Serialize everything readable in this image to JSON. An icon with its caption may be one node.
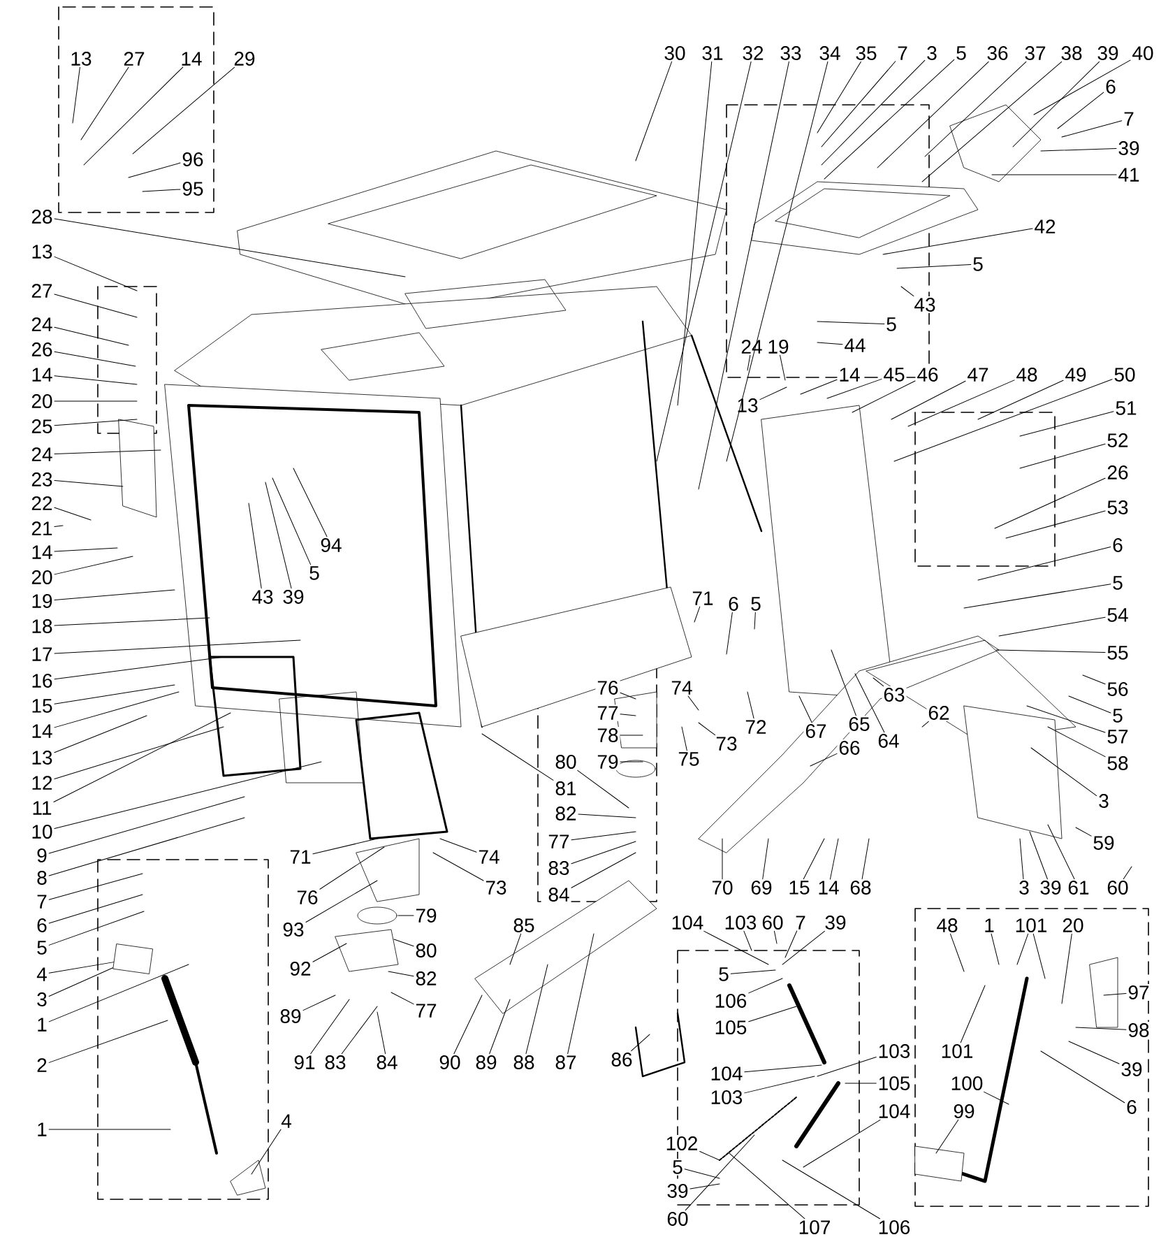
{
  "diagram": {
    "nodes": [
      {
        "text": [
          "13"
        ]
      },
      {
        "text": [
          "27"
        ]
      },
      {
        "text": [
          "14"
        ]
      },
      {
        "text": [
          "29"
        ]
      },
      {
        "text": [
          "96"
        ]
      },
      {
        "text": [
          "95"
        ]
      },
      {
        "text": [
          "28"
        ]
      },
      {
        "text": [
          "13"
        ]
      },
      {
        "text": [
          "27"
        ]
      },
      {
        "text": [
          "24"
        ]
      },
      {
        "text": [
          "26"
        ]
      },
      {
        "text": [
          "14"
        ]
      },
      {
        "text": [
          "20"
        ]
      },
      {
        "text": [
          "25"
        ]
      },
      {
        "text": [
          "24"
        ]
      },
      {
        "text": [
          "23"
        ]
      },
      {
        "text": [
          "22"
        ]
      },
      {
        "text": [
          "21"
        ]
      },
      {
        "text": [
          "14"
        ]
      },
      {
        "text": [
          "20"
        ]
      },
      {
        "text": [
          "19"
        ]
      },
      {
        "text": [
          "18"
        ]
      },
      {
        "text": [
          "17"
        ]
      },
      {
        "text": [
          "16"
        ]
      },
      {
        "text": [
          "15"
        ]
      },
      {
        "text": [
          "14"
        ]
      },
      {
        "text": [
          "13"
        ]
      },
      {
        "text": [
          "12"
        ]
      },
      {
        "text": [
          "11"
        ]
      },
      {
        "text": [
          "10"
        ]
      },
      {
        "text": [
          "9"
        ]
      },
      {
        "text": [
          "8"
        ]
      },
      {
        "text": [
          "7"
        ]
      },
      {
        "text": [
          "6"
        ]
      },
      {
        "text": [
          "5"
        ]
      },
      {
        "text": [
          "4"
        ]
      },
      {
        "text": [
          "3"
        ]
      },
      {
        "text": [
          "1"
        ]
      },
      {
        "text": [
          "2"
        ]
      },
      {
        "text": [
          "1"
        ]
      },
      {
        "text": [
          "4"
        ]
      },
      {
        "text": [
          "94"
        ]
      },
      {
        "text": [
          "5"
        ]
      },
      {
        "text": [
          "43"
        ]
      },
      {
        "text": [
          "39"
        ]
      },
      {
        "text": [
          "30"
        ]
      },
      {
        "text": [
          "31"
        ]
      },
      {
        "text": [
          "32"
        ]
      },
      {
        "text": [
          "33"
        ]
      },
      {
        "text": [
          "34"
        ]
      },
      {
        "text": [
          "35"
        ]
      },
      {
        "text": [
          "7"
        ]
      },
      {
        "text": [
          "3"
        ]
      },
      {
        "text": [
          "5"
        ]
      },
      {
        "text": [
          "36"
        ]
      },
      {
        "text": [
          "37"
        ]
      },
      {
        "text": [
          "38"
        ]
      },
      {
        "text": [
          "39"
        ]
      },
      {
        "text": [
          "40"
        ]
      },
      {
        "text": [
          "6"
        ]
      },
      {
        "text": [
          "7"
        ]
      },
      {
        "text": [
          "39"
        ]
      },
      {
        "text": [
          "41"
        ]
      },
      {
        "text": [
          "42"
        ]
      },
      {
        "text": [
          "5"
        ]
      },
      {
        "text": [
          "43"
        ]
      },
      {
        "text": [
          "5"
        ]
      },
      {
        "text": [
          "44"
        ]
      },
      {
        "text": [
          "24"
        ]
      },
      {
        "text": [
          "19"
        ]
      },
      {
        "text": [
          "13"
        ]
      },
      {
        "text": [
          "14"
        ]
      },
      {
        "text": [
          "45"
        ]
      },
      {
        "text": [
          "46"
        ]
      },
      {
        "text": [
          "47"
        ]
      },
      {
        "text": [
          "48"
        ]
      },
      {
        "text": [
          "49"
        ]
      },
      {
        "text": [
          "50"
        ]
      },
      {
        "text": [
          "51"
        ]
      },
      {
        "text": [
          "52"
        ]
      },
      {
        "text": [
          "26"
        ]
      },
      {
        "text": [
          "53"
        ]
      },
      {
        "text": [
          "6"
        ]
      },
      {
        "text": [
          "5"
        ]
      },
      {
        "text": [
          "54"
        ]
      },
      {
        "text": [
          "55"
        ]
      },
      {
        "text": [
          "56"
        ]
      },
      {
        "text": [
          "5"
        ]
      },
      {
        "text": [
          "57"
        ]
      },
      {
        "text": [
          "58"
        ]
      },
      {
        "text": [
          "3"
        ]
      },
      {
        "text": [
          "59"
        ]
      },
      {
        "text": [
          "71"
        ]
      },
      {
        "text": [
          "6"
        ]
      },
      {
        "text": [
          "5"
        ]
      },
      {
        "text": [
          "76"
        ]
      },
      {
        "text": [
          "77"
        ]
      },
      {
        "text": [
          "78"
        ]
      },
      {
        "text": [
          "79"
        ]
      },
      {
        "text": [
          "74"
        ]
      },
      {
        "text": [
          "73"
        ]
      },
      {
        "text": [
          "75"
        ]
      },
      {
        "text": [
          "72"
        ]
      },
      {
        "text": [
          "67"
        ]
      },
      {
        "text": [
          "66"
        ]
      },
      {
        "text": [
          "65"
        ]
      },
      {
        "text": [
          "64"
        ]
      },
      {
        "text": [
          "63"
        ]
      },
      {
        "text": [
          "62"
        ]
      },
      {
        "text": [
          "80"
        ]
      },
      {
        "text": [
          "81"
        ]
      },
      {
        "text": [
          "82"
        ]
      },
      {
        "text": [
          "77"
        ]
      },
      {
        "text": [
          "83"
        ]
      },
      {
        "text": [
          "84"
        ]
      },
      {
        "text": [
          "70"
        ]
      },
      {
        "text": [
          "69"
        ]
      },
      {
        "text": [
          "15"
        ]
      },
      {
        "text": [
          "14"
        ]
      },
      {
        "text": [
          "68"
        ]
      },
      {
        "text": [
          "3"
        ]
      },
      {
        "text": [
          "39"
        ]
      },
      {
        "text": [
          "61"
        ]
      },
      {
        "text": [
          "60"
        ]
      },
      {
        "text": [
          "71"
        ]
      },
      {
        "text": [
          "76"
        ]
      },
      {
        "text": [
          "93"
        ]
      },
      {
        "text": [
          "92"
        ]
      },
      {
        "text": [
          "89"
        ]
      },
      {
        "text": [
          "91"
        ]
      },
      {
        "text": [
          "83"
        ]
      },
      {
        "text": [
          "84"
        ]
      },
      {
        "text": [
          "74"
        ]
      },
      {
        "text": [
          "73"
        ]
      },
      {
        "text": [
          "79"
        ]
      },
      {
        "text": [
          "80"
        ]
      },
      {
        "text": [
          "82"
        ]
      },
      {
        "text": [
          "77"
        ]
      },
      {
        "text": [
          "85"
        ]
      },
      {
        "text": [
          "90"
        ]
      },
      {
        "text": [
          "89"
        ]
      },
      {
        "text": [
          "88"
        ]
      },
      {
        "text": [
          "87"
        ]
      },
      {
        "text": [
          "86"
        ]
      },
      {
        "text": [
          "104"
        ]
      },
      {
        "text": [
          "103"
        ]
      },
      {
        "text": [
          "60"
        ]
      },
      {
        "text": [
          "7"
        ]
      },
      {
        "text": [
          "39"
        ]
      },
      {
        "text": [
          "5"
        ]
      },
      {
        "text": [
          "106"
        ]
      },
      {
        "text": [
          "105"
        ]
      },
      {
        "text": [
          "103"
        ]
      },
      {
        "text": [
          "104"
        ]
      },
      {
        "text": [
          "103"
        ]
      },
      {
        "text": [
          "105"
        ]
      },
      {
        "text": [
          "104"
        ]
      },
      {
        "text": [
          "102"
        ]
      },
      {
        "text": [
          "5"
        ]
      },
      {
        "text": [
          "39"
        ]
      },
      {
        "text": [
          "60"
        ]
      },
      {
        "text": [
          "107"
        ]
      },
      {
        "text": [
          "106"
        ]
      },
      {
        "text": [
          "48"
        ]
      },
      {
        "text": [
          "1"
        ]
      },
      {
        "text": [
          "101"
        ]
      },
      {
        "text": [
          "20"
        ]
      },
      {
        "text": [
          "97"
        ]
      },
      {
        "text": [
          "98"
        ]
      },
      {
        "text": [
          "101"
        ]
      },
      {
        "text": [
          "39"
        ]
      },
      {
        "text": [
          "6"
        ]
      },
      {
        "text": [
          "100"
        ]
      },
      {
        "text": [
          "99"
        ]
      },
      {
        "text": [],
        "shape": "picture"
      }
    ],
    "edges": [
      {
        "from": 0,
        "to": null,
        "arrow": "none"
      },
      {
        "from": 1,
        "to": null,
        "arrow": "none"
      },
      {
        "from": 2,
        "to": null,
        "arrow": "none"
      },
      {
        "from": 3,
        "to": null,
        "arrow": "none"
      },
      {
        "from": 4,
        "to": null,
        "arrow": "none"
      },
      {
        "from": 5,
        "to": null,
        "arrow": "none"
      },
      {
        "from": 6,
        "to": null,
        "arrow": "none"
      },
      {
        "from": 7,
        "to": null,
        "arrow": "none"
      },
      {
        "from": 8,
        "to": null,
        "arrow": "none"
      },
      {
        "from": 9,
        "to": null,
        "arrow": "none"
      },
      {
        "from": 10,
        "to": null,
        "arrow": "none"
      },
      {
        "from": 11,
        "to": null,
        "arrow": "none"
      },
      {
        "from": 12,
        "to": null,
        "arrow": "none"
      },
      {
        "from": 13,
        "to": null,
        "arrow": "none"
      },
      {
        "from": 14,
        "to": null,
        "arrow": "none"
      },
      {
        "from": 15,
        "to": null,
        "arrow": "none"
      },
      {
        "from": 16,
        "to": null,
        "arrow": "none"
      },
      {
        "from": 17,
        "to": null,
        "arrow": "none"
      },
      {
        "from": 18,
        "to": null,
        "arrow": "none"
      },
      {
        "from": 19,
        "to": null,
        "arrow": "none"
      },
      {
        "from": 20,
        "to": null,
        "arrow": "none"
      },
      {
        "from": 21,
        "to": null,
        "arrow": "none"
      },
      {
        "from": 22,
        "to": null,
        "arrow": "none"
      },
      {
        "from": 23,
        "to": null,
        "arrow": "none"
      },
      {
        "from": 24,
        "to": null,
        "arrow": "none"
      },
      {
        "from": 25,
        "to": null,
        "arrow": "none"
      },
      {
        "from": 26,
        "to": null,
        "arrow": "none"
      },
      {
        "from": 27,
        "to": null,
        "arrow": "none"
      },
      {
        "from": 28,
        "to": null,
        "arrow": "none"
      },
      {
        "from": 29,
        "to": null,
        "arrow": "none"
      },
      {
        "from": 30,
        "to": null,
        "arrow": "none"
      },
      {
        "from": 31,
        "to": null,
        "arrow": "none"
      },
      {
        "from": 32,
        "to": null,
        "arrow": "none"
      },
      {
        "from": 33,
        "to": null,
        "arrow": "none"
      },
      {
        "from": 34,
        "to": null,
        "arrow": "none"
      },
      {
        "from": 35,
        "to": 174,
        "arrow": "none"
      },
      {
        "from": 36,
        "to": 174,
        "arrow": "none"
      },
      {
        "from": 37,
        "to": null,
        "arrow": "none"
      },
      {
        "from": 38,
        "to": null,
        "arrow": "none"
      },
      {
        "from": 39,
        "to": null,
        "arrow": "none"
      },
      {
        "from": 40,
        "to": null,
        "arrow": "none"
      },
      {
        "from": 41,
        "to": null,
        "arrow": "none"
      },
      {
        "from": 42,
        "to": null,
        "arrow": "none"
      },
      {
        "from": 43,
        "to": null,
        "arrow": "none"
      },
      {
        "from": 44,
        "to": null,
        "arrow": "none"
      },
      {
        "from": 45,
        "to": null,
        "arrow": "none"
      },
      {
        "from": 46,
        "to": null,
        "arrow": "none"
      },
      {
        "from": 47,
        "to": null,
        "arrow": "none"
      },
      {
        "from": 48,
        "to": null,
        "arrow": "none"
      },
      {
        "from": 49,
        "to": null,
        "arrow": "none"
      },
      {
        "from": 50,
        "to": null,
        "arrow": "none"
      },
      {
        "from": 51,
        "to": null,
        "arrow": "none"
      },
      {
        "from": 52,
        "to": null,
        "arrow": "none"
      },
      {
        "from": 53,
        "to": null,
        "arrow": "none"
      },
      {
        "from": 54,
        "to": null,
        "arrow": "none"
      },
      {
        "from": 55,
        "to": null,
        "arrow": "none"
      },
      {
        "from": 56,
        "to": null,
        "arrow": "none"
      },
      {
        "from": 57,
        "to": null,
        "arrow": "none"
      },
      {
        "from": 58,
        "to": null,
        "arrow": "none"
      },
      {
        "from": 59,
        "to": null,
        "arrow": "none"
      },
      {
        "from": 60,
        "to": null,
        "arrow": "none"
      },
      {
        "from": 61,
        "to": null,
        "arrow": "none"
      },
      {
        "from": 62,
        "to": null,
        "arrow": "none"
      },
      {
        "from": 63,
        "to": null,
        "arrow": "none"
      },
      {
        "from": 64,
        "to": null,
        "arrow": "none"
      },
      {
        "from": 65,
        "to": null,
        "arrow": "none"
      },
      {
        "from": 66,
        "to": null,
        "arrow": "none"
      },
      {
        "from": 67,
        "to": null,
        "arrow": "none"
      },
      {
        "from": 68,
        "to": null,
        "arrow": "none"
      },
      {
        "from": 69,
        "to": null,
        "arrow": "none"
      },
      {
        "from": 70,
        "to": null,
        "arrow": "none"
      },
      {
        "from": 71,
        "to": null,
        "arrow": "none"
      },
      {
        "from": 72,
        "to": null,
        "arrow": "none"
      },
      {
        "from": 73,
        "to": null,
        "arrow": "none"
      },
      {
        "from": 74,
        "to": null,
        "arrow": "none"
      },
      {
        "from": 75,
        "to": null,
        "arrow": "none"
      },
      {
        "from": 76,
        "to": null,
        "arrow": "none"
      },
      {
        "from": 77,
        "to": null,
        "arrow": "none"
      },
      {
        "from": 78,
        "to": null,
        "arrow": "none"
      },
      {
        "from": 79,
        "to": null,
        "arrow": "none"
      },
      {
        "from": 80,
        "to": null,
        "arrow": "none"
      },
      {
        "from": 81,
        "to": null,
        "arrow": "none"
      },
      {
        "from": 82,
        "to": null,
        "arrow": "none"
      },
      {
        "from": 83,
        "to": null,
        "arrow": "none"
      },
      {
        "from": 84,
        "to": null,
        "arrow": "none"
      },
      {
        "from": 85,
        "to": null,
        "arrow": "none"
      },
      {
        "from": 86,
        "to": null,
        "arrow": "none"
      },
      {
        "from": 87,
        "to": null,
        "arrow": "none"
      },
      {
        "from": 88,
        "to": null,
        "arrow": "none"
      },
      {
        "from": 89,
        "to": null,
        "arrow": "none"
      },
      {
        "from": 90,
        "to": null,
        "arrow": "none"
      },
      {
        "from": 91,
        "to": null,
        "arrow": "none"
      },
      {
        "from": 92,
        "to": null,
        "arrow": "none"
      },
      {
        "from": 93,
        "to": null,
        "arrow": "none"
      },
      {
        "from": 94,
        "to": null,
        "arrow": "none"
      },
      {
        "from": 95,
        "to": null,
        "arrow": "none"
      },
      {
        "from": 96,
        "to": null,
        "arrow": "none"
      },
      {
        "from": 97,
        "to": null,
        "arrow": "none"
      },
      {
        "from": 98,
        "to": null,
        "arrow": "none"
      },
      {
        "from": 99,
        "to": null,
        "arrow": "none"
      },
      {
        "from": 100,
        "to": null,
        "arrow": "none"
      },
      {
        "from": 101,
        "to": null,
        "arrow": "none"
      },
      {
        "from": 102,
        "to": null,
        "arrow": "none"
      },
      {
        "from": 103,
        "to": null,
        "arrow": "none"
      },
      {
        "from": 104,
        "to": null,
        "arrow": "none"
      },
      {
        "from": 105,
        "to": null,
        "arrow": "none"
      },
      {
        "from": 106,
        "to": null,
        "arrow": "none"
      },
      {
        "from": 107,
        "to": null,
        "arrow": "none"
      },
      {
        "from": 108,
        "to": null,
        "arrow": "none"
      },
      {
        "from": 109,
        "to": null,
        "arrow": "none"
      },
      {
        "from": 110,
        "to": null,
        "arrow": "none"
      },
      {
        "from": 111,
        "to": null,
        "arrow": "none"
      },
      {
        "from": 112,
        "to": null,
        "arrow": "none"
      },
      {
        "from": 113,
        "to": null,
        "arrow": "none"
      },
      {
        "from": 114,
        "to": null,
        "arrow": "none"
      },
      {
        "from": 115,
        "to": null,
        "arrow": "none"
      },
      {
        "from": 116,
        "to": null,
        "arrow": "none"
      },
      {
        "from": 117,
        "to": null,
        "arrow": "none"
      },
      {
        "from": 118,
        "to": null,
        "arrow": "none"
      },
      {
        "from": 119,
        "to": null,
        "arrow": "none"
      },
      {
        "from": 120,
        "to": null,
        "arrow": "none"
      },
      {
        "from": 121,
        "to": null,
        "arrow": "none"
      },
      {
        "from": 122,
        "to": null,
        "arrow": "none"
      },
      {
        "from": 123,
        "to": null,
        "arrow": "none"
      },
      {
        "from": 124,
        "to": null,
        "arrow": "none"
      },
      {
        "from": 125,
        "to": null,
        "arrow": "none"
      },
      {
        "from": 126,
        "to": null,
        "arrow": "none"
      },
      {
        "from": 127,
        "to": null,
        "arrow": "none"
      },
      {
        "from": 128,
        "to": null,
        "arrow": "none"
      },
      {
        "from": 129,
        "to": null,
        "arrow": "none"
      },
      {
        "from": 130,
        "to": null,
        "arrow": "none"
      },
      {
        "from": 131,
        "to": null,
        "arrow": "none"
      },
      {
        "from": 132,
        "to": null,
        "arrow": "none"
      },
      {
        "from": 133,
        "to": null,
        "arrow": "none"
      },
      {
        "from": 134,
        "to": null,
        "arrow": "none"
      },
      {
        "from": 135,
        "to": null,
        "arrow": "none"
      },
      {
        "from": 136,
        "to": null,
        "arrow": "none"
      },
      {
        "from": 137,
        "to": null,
        "arrow": "none"
      },
      {
        "from": 138,
        "to": null,
        "arrow": "none"
      },
      {
        "from": 139,
        "to": null,
        "arrow": "none"
      },
      {
        "from": 140,
        "to": null,
        "arrow": "none"
      },
      {
        "from": 141,
        "to": null,
        "arrow": "none"
      },
      {
        "from": 142,
        "to": null,
        "arrow": "none"
      },
      {
        "from": 143,
        "to": null,
        "arrow": "none"
      },
      {
        "from": 144,
        "to": null,
        "arrow": "none"
      },
      {
        "from": 145,
        "to": null,
        "arrow": "none"
      },
      {
        "from": 146,
        "to": null,
        "arrow": "none"
      },
      {
        "from": 147,
        "to": null,
        "arrow": "none"
      },
      {
        "from": 148,
        "to": null,
        "arrow": "none"
      },
      {
        "from": 149,
        "to": null,
        "arrow": "none"
      },
      {
        "from": 150,
        "to": null,
        "arrow": "none"
      },
      {
        "from": 151,
        "to": null,
        "arrow": "none"
      },
      {
        "from": 152,
        "to": null,
        "arrow": "none"
      },
      {
        "from": 153,
        "to": null,
        "arrow": "none"
      },
      {
        "from": 154,
        "to": null,
        "arrow": "none"
      },
      {
        "from": 155,
        "to": null,
        "arrow": "none"
      },
      {
        "from": 156,
        "to": null,
        "arrow": "none"
      },
      {
        "from": 157,
        "to": null,
        "arrow": "none"
      },
      {
        "from": 158,
        "to": null,
        "arrow": "none"
      },
      {
        "from": 159,
        "to": null,
        "arrow": "none"
      },
      {
        "from": 160,
        "to": null,
        "arrow": "none"
      },
      {
        "from": 161,
        "to": null,
        "arrow": "none"
      },
      {
        "from": 162,
        "to": null,
        "arrow": "none"
      },
      {
        "from": 163,
        "to": null,
        "arrow": "none"
      },
      {
        "from": 164,
        "to": null,
        "arrow": "none"
      },
      {
        "from": 165,
        "to": null,
        "arrow": "none"
      },
      {
        "from": 165,
        "to": null,
        "arrow": "none"
      },
      {
        "from": 166,
        "to": null,
        "arrow": "none"
      },
      {
        "from": 167,
        "to": null,
        "arrow": "none"
      },
      {
        "from": 168,
        "to": null,
        "arrow": "none"
      },
      {
        "from": 169,
        "to": null,
        "arrow": "none"
      },
      {
        "from": 170,
        "to": null,
        "arrow": "none"
      },
      {
        "from": 171,
        "to": null,
        "arrow": "none"
      },
      {
        "from": 172,
        "to": null,
        "arrow": "none"
      },
      {
        "from": 173,
        "to": null,
        "arrow": "none"
      }
    ]
  }
}
